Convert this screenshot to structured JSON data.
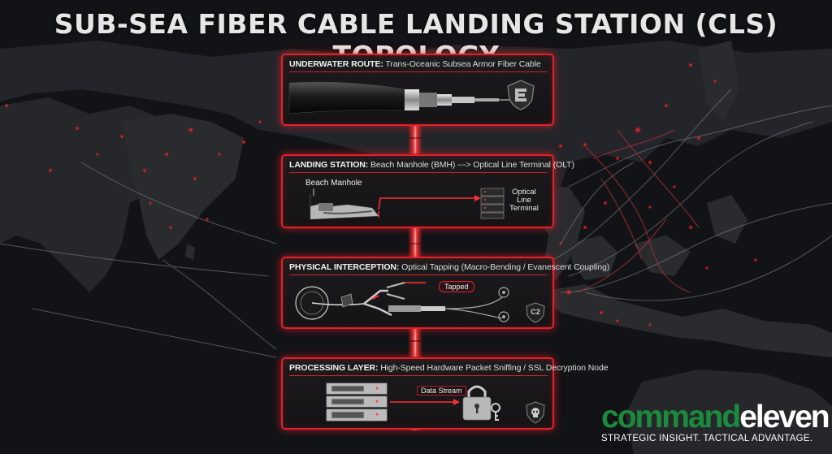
{
  "title": "SUB-SEA FIBER CABLE LANDING STATION (CLS) TOPOLOGY",
  "panels": [
    {
      "heading": "UNDERWATER ROUTE:",
      "detail": "Trans-Oceanic Subsea Armor Fiber Cable",
      "icon": "shield-e-icon"
    },
    {
      "heading": "LANDING STATION:",
      "detail": "Beach Manhole (BMH) ---> Optical Line Terminal (OLT)",
      "left_label": "Beach Manhole",
      "right_label_lines": [
        "Optical",
        "Line",
        "Terminal"
      ]
    },
    {
      "heading": "PHYSICAL INTERCEPTION:",
      "detail": "Optical Tapping (Macro-Bending / Evanescent Coupling)",
      "tag": "Tapped",
      "badge": "C2"
    },
    {
      "heading": "PROCESSING LAYER:",
      "detail": "High-Speed Hardware Packet Sniffing / SSL Decryption Node",
      "stream_label": "Data Stream",
      "icon": "skull-shield-icon"
    }
  ],
  "brand": {
    "name_part1": "command",
    "name_part2": "eleven",
    "tagline": "STRATEGIC INSIGHT. TACTICAL ADVANTAGE."
  },
  "colors": {
    "accent_red": "#e0232a",
    "brand_green": "#1b8a3c",
    "background": "#111215"
  }
}
